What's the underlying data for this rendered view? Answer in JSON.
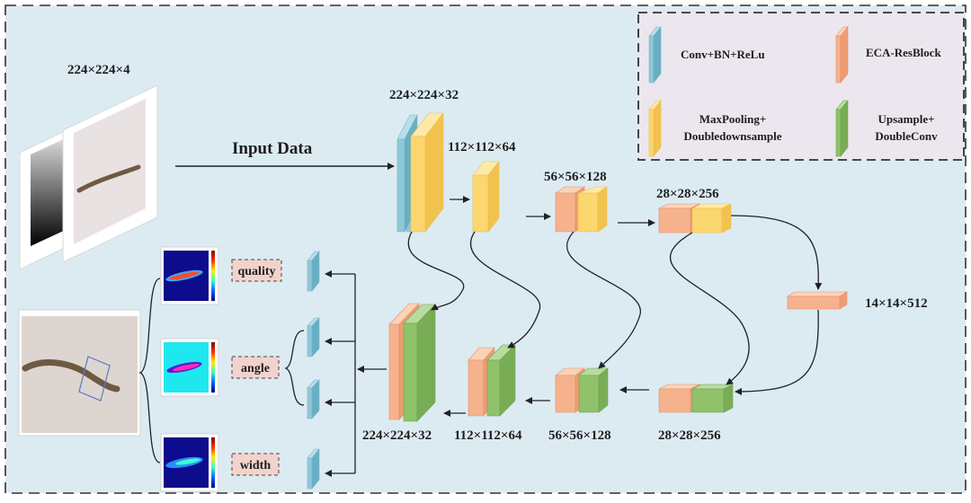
{
  "input": {
    "size_label": "224×224×4",
    "arrow_label": "Input Data"
  },
  "encoder": {
    "labels": [
      "224×224×32",
      "112×112×64",
      "56×56×128",
      "28×28×256"
    ]
  },
  "bottleneck": {
    "label": "14×14×512"
  },
  "decoder": {
    "labels": [
      "224×224×32",
      "112×112×64",
      "56×56×128",
      "28×28×256"
    ]
  },
  "outputs": {
    "quality": "quality",
    "angle": "angle",
    "width": "width"
  },
  "legend": {
    "conv": "Conv+BN+ReLu",
    "eca": "ECA-ResBlock",
    "maxpool_line1": "MaxPooling+",
    "maxpool_line2": "Doubledownsample",
    "upsample_line1": "Upsample+",
    "upsample_line2": "DoubleConv"
  },
  "colors": {
    "background": "#dcebf2",
    "conv_blue": "#8ec8da",
    "maxpool_yellow": "#fcd66e",
    "eca_orange": "#f6b28c",
    "upsample_green": "#8fc26a",
    "label_box": "#f2d3cc",
    "legend_box": "#ece7ee"
  }
}
